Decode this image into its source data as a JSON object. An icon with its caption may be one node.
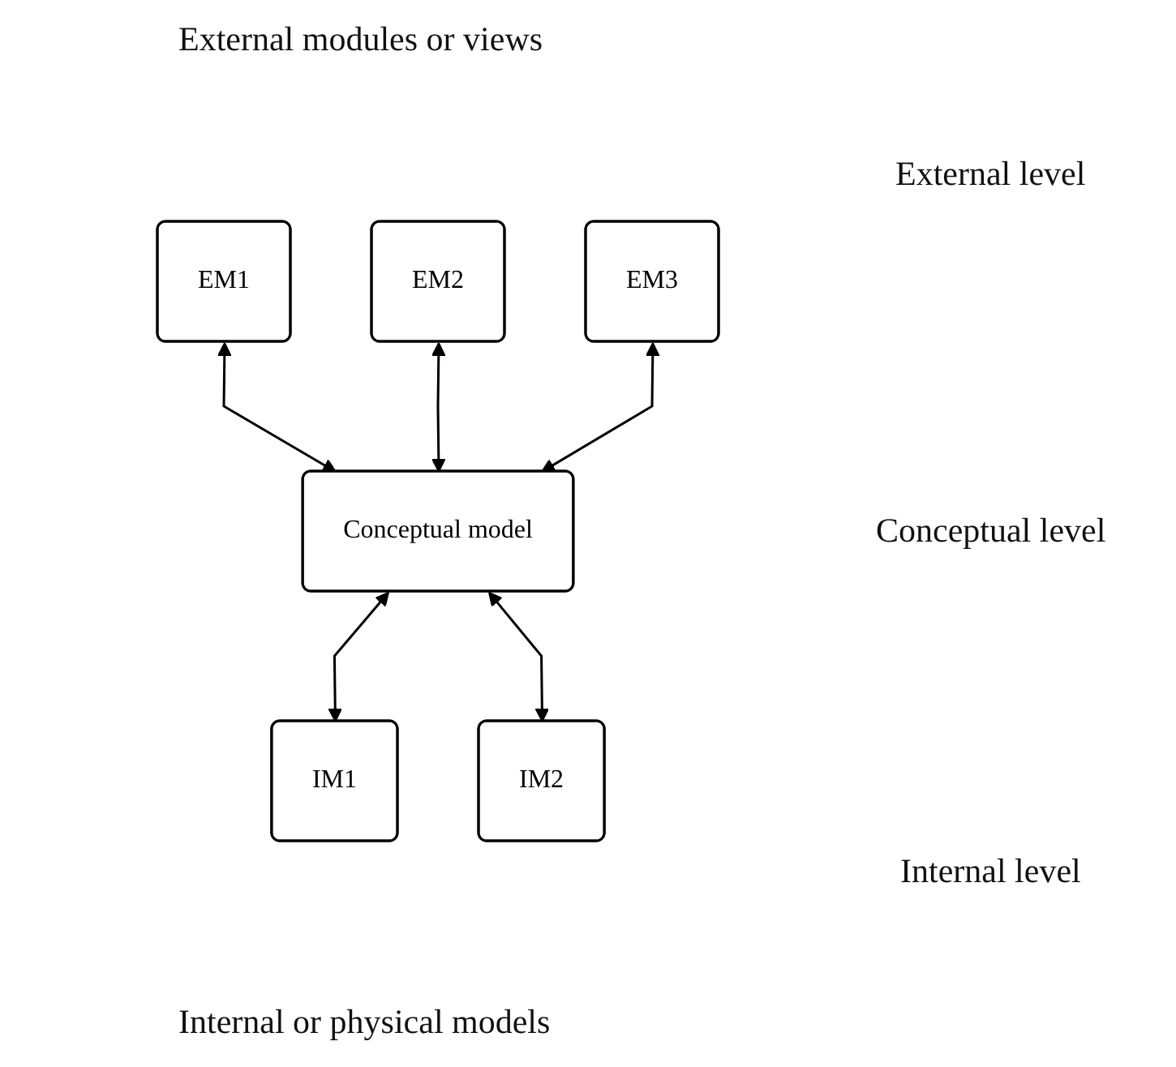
{
  "diagram": {
    "nodes": [
      {
        "text": [
          "EM1"
        ]
      },
      {
        "text": [
          "EM2"
        ]
      },
      {
        "text": [
          "EM3"
        ]
      },
      {
        "text": [
          "Conceptual model"
        ]
      },
      {
        "text": [
          "IM1"
        ]
      },
      {
        "text": [
          "IM2"
        ]
      }
    ],
    "edges": [
      {
        "from": 0,
        "to": 3,
        "arrow": "both"
      },
      {
        "from": 1,
        "to": 3,
        "arrow": "both"
      },
      {
        "from": 2,
        "to": 3,
        "arrow": "both"
      },
      {
        "from": 3,
        "to": 4,
        "arrow": "both"
      },
      {
        "from": 3,
        "to": 5,
        "arrow": "both"
      }
    ],
    "labels": [
      "External modules or views",
      "External level",
      "Conceptual level",
      "Internal level",
      "Internal or physical models"
    ]
  }
}
